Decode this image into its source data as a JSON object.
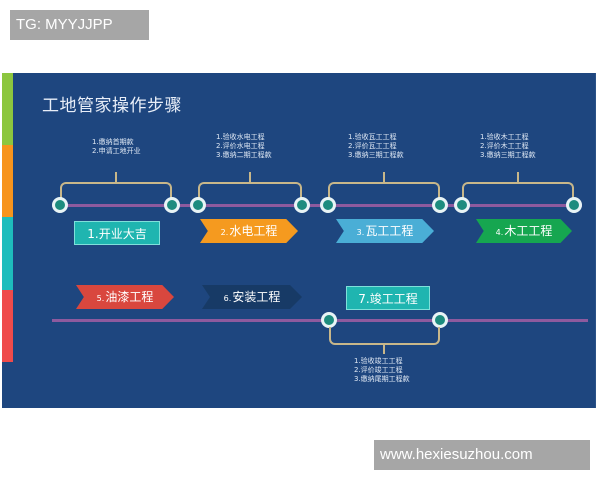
{
  "watermarks": {
    "top": "TG: MYYJJPP",
    "bottom": "www.hexiesuzhou.com"
  },
  "slide": {
    "title": "工地管家操作步骤",
    "side_tabs": [
      {
        "color": "#8cc63f"
      },
      {
        "color": "#f7941d"
      },
      {
        "color": "#1ebdbd"
      },
      {
        "color": "#ef4b4b"
      }
    ],
    "colors": {
      "background": "#1e467f",
      "timeline": "#8e5a9e",
      "bracket": "#c8b78a",
      "node_fill": "#1d8c7e"
    },
    "stages": [
      {
        "num": "1.",
        "label": "开业大吉",
        "color": "#1fb5b0",
        "style": "box",
        "notes": [
          "1.缴纳首期款",
          "2.申请工地开业"
        ]
      },
      {
        "num": "2.",
        "label": "水电工程",
        "color": "#f59a1f",
        "style": "arrow",
        "notes": [
          "1.验收水电工程",
          "2.评价水电工程",
          "3.缴纳二期工程款"
        ]
      },
      {
        "num": "3.",
        "label": "瓦工工程",
        "color": "#4aaed6",
        "style": "arrow",
        "notes": [
          "1.验收瓦工工程",
          "2.评价瓦工工程",
          "3.缴纳三期工程款"
        ]
      },
      {
        "num": "4.",
        "label": "木工工程",
        "color": "#16a650",
        "style": "arrow",
        "notes": [
          "1.验收木工工程",
          "2.评价木工工程",
          "3.缴纳三期工程款"
        ]
      },
      {
        "num": "5.",
        "label": "油漆工程",
        "color": "#d9473e",
        "style": "arrow",
        "notes": []
      },
      {
        "num": "6.",
        "label": "安装工程",
        "color": "#173a66",
        "style": "arrow",
        "notes": []
      },
      {
        "num": "7.",
        "label": "竣工工程",
        "color": "#1fb5b0",
        "style": "box",
        "notes": [
          "1.验收竣工工程",
          "2.评价竣工工程",
          "3.缴纳尾期工程款"
        ]
      }
    ]
  }
}
